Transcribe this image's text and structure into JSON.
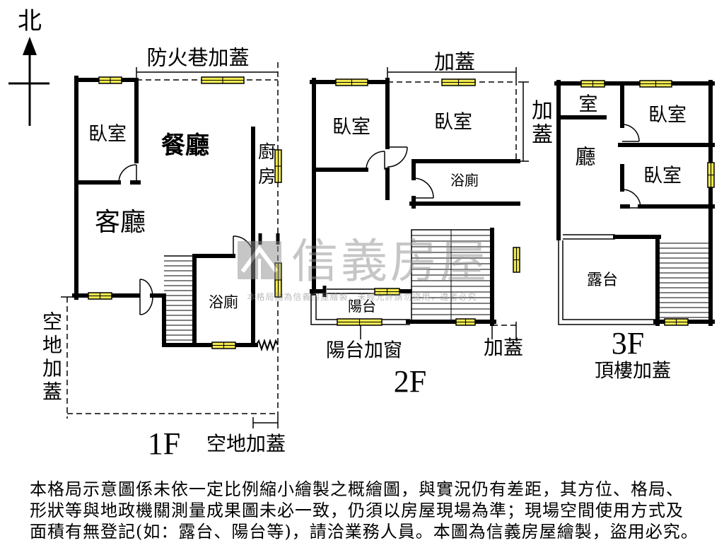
{
  "compass": {
    "north": "北"
  },
  "floor_1f": {
    "label": "1F",
    "fire_lane_extension": "防火巷加蓋",
    "vacant_land_extension_side": "空地加蓋",
    "vacant_land_extension_bottom": "空地加蓋",
    "rooms": {
      "bedroom": "臥室",
      "dining_room": "餐廳",
      "kitchen": "廚房",
      "living_room": "客廳",
      "bathroom": "浴廁"
    }
  },
  "floor_2f": {
    "label": "2F",
    "extension_top": "加蓋",
    "extension_side": "加蓋",
    "extension_bottom": "加蓋",
    "balcony_window_note": "陽台加窗",
    "rooms": {
      "bedroom_west": "臥室",
      "bedroom_east": "臥室",
      "bathroom": "浴廁",
      "balcony": "陽台"
    }
  },
  "floor_3f": {
    "label": "3F",
    "caption": "頂樓加蓋",
    "rooms": {
      "room_partial": "室",
      "bedroom_north": "臥室",
      "hall": "廳",
      "bedroom_south": "臥室",
      "terrace": "露台"
    }
  },
  "watermark": {
    "brand": "信義房屋",
    "notice": "本格局圖為信義房屋繪製，未經允許請勿盜用，違者必究"
  },
  "disclaimer": {
    "lines": [
      "本格局示意圖係未依一定比例縮小繪製之概繪圖，與實況仍有差距，其方位、格局、",
      "形狀等與地政機關測量成果圖未必一致，仍須以房屋現場為準；現場空間使用方式及",
      "面積有無登記(如：露台、陽台等)，請洽業務人員。本圖為信義房屋繪製，盜用必究。"
    ]
  },
  "colors": {
    "background": "#ffffff",
    "wall": "#000000",
    "window": "#f2ea4f",
    "watermark": "#8f8f8f"
  }
}
